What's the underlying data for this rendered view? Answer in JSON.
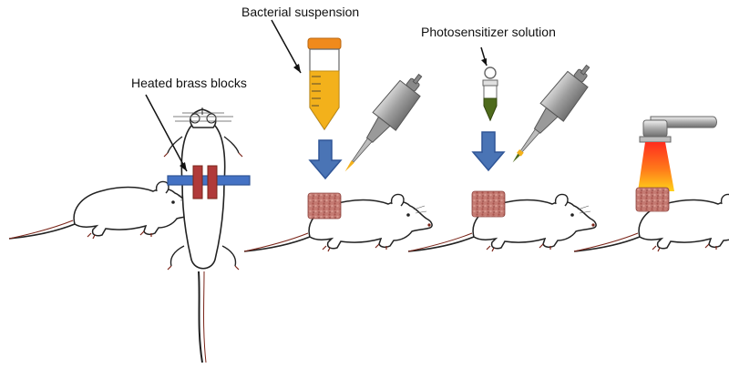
{
  "labels": {
    "heated_blocks": "Heated brass blocks",
    "bacterial_suspension": "Bacterial suspension",
    "photosensitizer_solution": "Photosensitizer solution"
  },
  "colors": {
    "rat_outline": "#222222",
    "rat_accent": "#7a2418",
    "arrow_fill": "#4a74b5",
    "arrow_stroke": "#2f5597",
    "brass_bar": "#4472c4",
    "brass_block": "#b03a3a",
    "tube_cap": "#f08a1c",
    "bacterial_liquid": "#f3b11b",
    "photosensitizer_liquid": "#4e6b1c",
    "wound_tissue": "#c0706a",
    "light_beam_top": "#ff2d1f",
    "light_beam_bottom": "#ffd21a"
  },
  "icons": [
    "rat-icon",
    "rat-top-view-icon",
    "centrifuge-tube-icon",
    "pipette-icon",
    "eppendorf-tube-icon",
    "down-arrow-icon",
    "light-source-icon",
    "wound-tissue-icon"
  ]
}
